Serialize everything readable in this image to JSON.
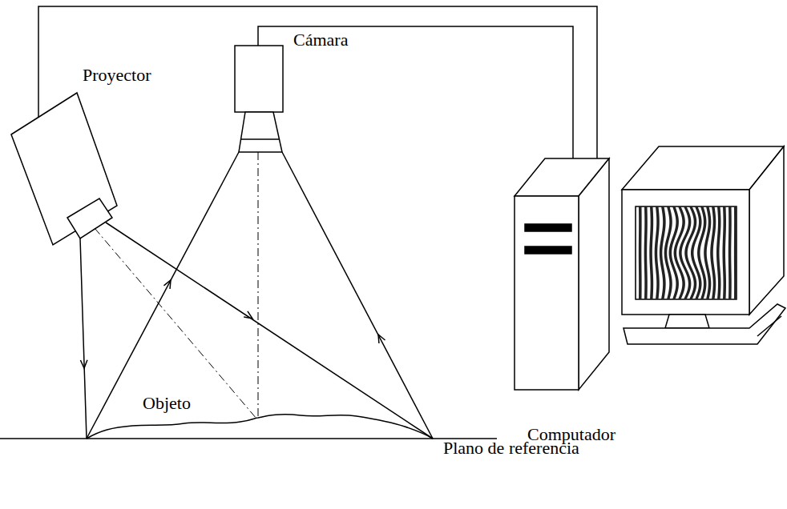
{
  "diagram": {
    "labels": [
      "Proyector",
      "Cámara",
      "Computador",
      "Objeto",
      "Plano de referencia"
    ]
  }
}
